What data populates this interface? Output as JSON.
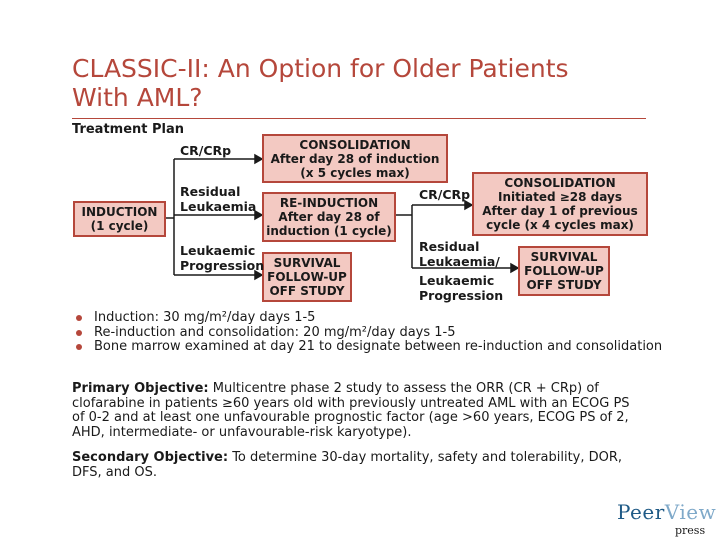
{
  "title_line1": "CLASSIC-II: An Option for Older Patients",
  "title_line2": "With AML?",
  "treatment_plan": "Treatment Plan",
  "labels": {
    "cr1": "CR/CRp",
    "residual1_a": "Residual",
    "residual1_b": "Leukaemia",
    "progression1_a": "Leukaemic",
    "progression1_b": "Progression",
    "cr2": "CR/CRp",
    "residual2_a": "Residual",
    "residual2_b": "Leukaemia/",
    "progression2_a": "Leukaemic",
    "progression2_b": "Progression"
  },
  "boxes": {
    "induction": [
      "INDUCTION",
      "(1 cycle)"
    ],
    "consolidation1": [
      "CONSOLIDATION",
      "After day 28 of induction",
      "(x 5 cycles max)"
    ],
    "reinduction": [
      "RE-INDUCTION",
      "After day 28 of",
      "induction (1 cycle)"
    ],
    "survival1": [
      "SURVIVAL",
      "FOLLOW-UP",
      "OFF STUDY"
    ],
    "consolidation2": [
      "CONSOLIDATION",
      "Initiated ≥28 days",
      "After day 1 of previous",
      "cycle (x 4 cycles max)"
    ],
    "survival2": [
      "SURVIVAL",
      "FOLLOW-UP",
      "OFF STUDY"
    ]
  },
  "bullets": [
    "Induction: 30 mg/m²/day days 1-5",
    "Re-induction and consolidation: 20 mg/m²/day days 1-5",
    "Bone marrow examined at day 21 to designate between re-induction and consolidation"
  ],
  "primary_label": "Primary Objective:",
  "primary_text": " Multicentre phase 2 study to assess the ORR (CR + CRp) of clofarabine in patients ≥60 years old with previously untreated AML with an ECOG PS of 0-2 and at least one unfavourable prognostic factor (age >60 years, ECOG PS of 2, AHD, intermediate- or unfavourable-risk karyotype).",
  "secondary_label": "Secondary Objective:",
  "secondary_text": " To determine 30-day mortality, safety and tolerability, DOR, DFS, and OS.",
  "logo": {
    "peer": "Peer",
    "view": "View",
    "press": "press"
  },
  "colors": {
    "accent": "#b5473b",
    "box_fill": "#f3c9c2",
    "logo_blue": "#1f5a86"
  }
}
